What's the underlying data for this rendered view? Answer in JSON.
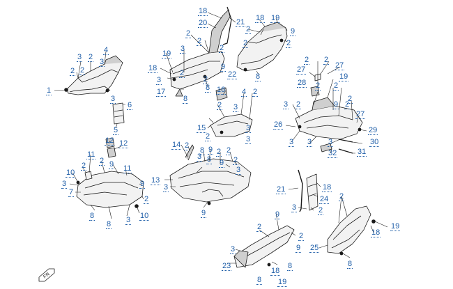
{
  "theme": {
    "callout_color": "#1f5ea8",
    "line_color": "#1a1a1a",
    "part_fill": "#f2f2f2",
    "part_shade": "#cfcfcf"
  },
  "compass": {
    "label": "FR"
  },
  "callouts": [
    {
      "label": "18"
    },
    {
      "label": "20"
    },
    {
      "label": "2"
    },
    {
      "label": "21"
    },
    {
      "label": "2"
    },
    {
      "label": "3"
    },
    {
      "label": "2"
    },
    {
      "label": "19"
    },
    {
      "label": "18"
    },
    {
      "label": "3"
    },
    {
      "label": "2"
    },
    {
      "label": "2"
    },
    {
      "label": "9"
    },
    {
      "label": "17"
    },
    {
      "label": "8"
    },
    {
      "label": "8"
    },
    {
      "label": "22"
    },
    {
      "label": "18"
    },
    {
      "label": "19"
    },
    {
      "label": "2"
    },
    {
      "label": "9"
    },
    {
      "label": "2"
    },
    {
      "label": "2"
    },
    {
      "label": "8"
    },
    {
      "label": "3"
    },
    {
      "label": "2"
    },
    {
      "label": "4"
    },
    {
      "label": "3"
    },
    {
      "label": "2"
    },
    {
      "label": "2"
    },
    {
      "label": "1"
    },
    {
      "label": "3"
    },
    {
      "label": "6"
    },
    {
      "label": "5"
    },
    {
      "label": "16"
    },
    {
      "label": "2"
    },
    {
      "label": "4"
    },
    {
      "label": "2"
    },
    {
      "label": "3"
    },
    {
      "label": "3"
    },
    {
      "label": "15"
    },
    {
      "label": "2"
    },
    {
      "label": "3"
    },
    {
      "label": "2"
    },
    {
      "label": "2"
    },
    {
      "label": "27"
    },
    {
      "label": "27"
    },
    {
      "label": "19"
    },
    {
      "label": "28"
    },
    {
      "label": "2"
    },
    {
      "label": "2"
    },
    {
      "label": "3"
    },
    {
      "label": "2"
    },
    {
      "label": "9"
    },
    {
      "label": "2"
    },
    {
      "label": "2"
    },
    {
      "label": "27"
    },
    {
      "label": "26"
    },
    {
      "label": "29"
    },
    {
      "label": "3"
    },
    {
      "label": "3"
    },
    {
      "label": "3"
    },
    {
      "label": "30"
    },
    {
      "label": "32"
    },
    {
      "label": "31"
    },
    {
      "label": "11"
    },
    {
      "label": "12"
    },
    {
      "label": "12"
    },
    {
      "label": "2"
    },
    {
      "label": "2"
    },
    {
      "label": "9"
    },
    {
      "label": "11"
    },
    {
      "label": "10"
    },
    {
      "label": "3"
    },
    {
      "label": "7"
    },
    {
      "label": "9"
    },
    {
      "label": "2"
    },
    {
      "label": "8"
    },
    {
      "label": "8"
    },
    {
      "label": "3"
    },
    {
      "label": "10"
    },
    {
      "label": "14"
    },
    {
      "label": "2"
    },
    {
      "label": "3"
    },
    {
      "label": "8"
    },
    {
      "label": "9"
    },
    {
      "label": "2"
    },
    {
      "label": "8"
    },
    {
      "label": "2"
    },
    {
      "label": "9"
    },
    {
      "label": "2"
    },
    {
      "label": "3"
    },
    {
      "label": "13"
    },
    {
      "label": "3"
    },
    {
      "label": "9"
    },
    {
      "label": "21"
    },
    {
      "label": "18"
    },
    {
      "label": "24"
    },
    {
      "label": "3"
    },
    {
      "label": "2"
    },
    {
      "label": "2"
    },
    {
      "label": "19"
    },
    {
      "label": "18"
    },
    {
      "label": "25"
    },
    {
      "label": "8"
    },
    {
      "label": "9"
    },
    {
      "label": "2"
    },
    {
      "label": "2"
    },
    {
      "label": "3"
    },
    {
      "label": "9"
    },
    {
      "label": "23"
    },
    {
      "label": "18"
    },
    {
      "label": "8"
    },
    {
      "label": "8"
    },
    {
      "label": "19"
    }
  ]
}
